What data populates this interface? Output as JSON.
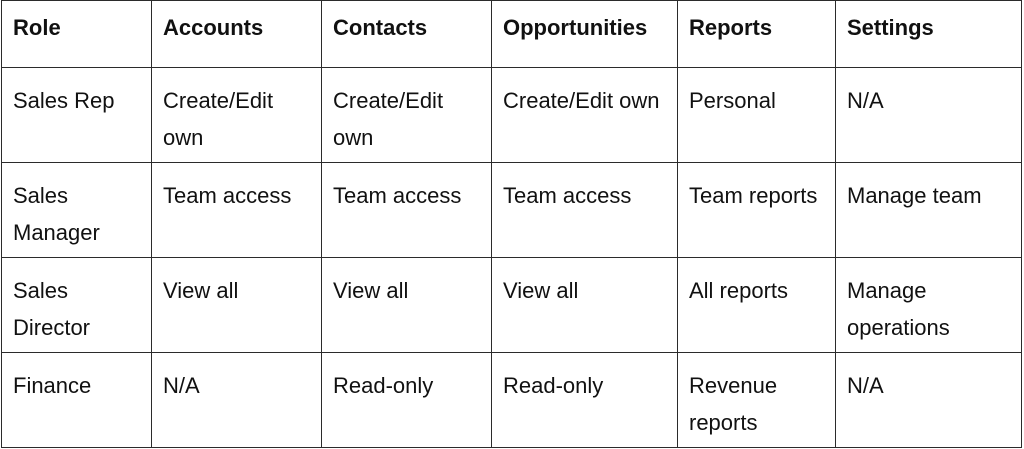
{
  "table": {
    "headers": [
      "Role",
      "Accounts",
      "Contacts",
      "Opportunities",
      "Reports",
      "Settings"
    ],
    "rows": [
      [
        "Sales Rep",
        "Create/Edit own",
        "Create/Edit own",
        "Create/Edit own",
        "Personal",
        "N/A"
      ],
      [
        "Sales Manager",
        "Team access",
        "Team access",
        "Team access",
        "Team reports",
        "Manage team"
      ],
      [
        "Sales Director",
        "View all",
        "View all",
        "View all",
        "All reports",
        "Manage operations"
      ],
      [
        "Finance",
        "N/A",
        "Read-only",
        "Read-only",
        "Revenue reports",
        "N/A"
      ]
    ]
  }
}
